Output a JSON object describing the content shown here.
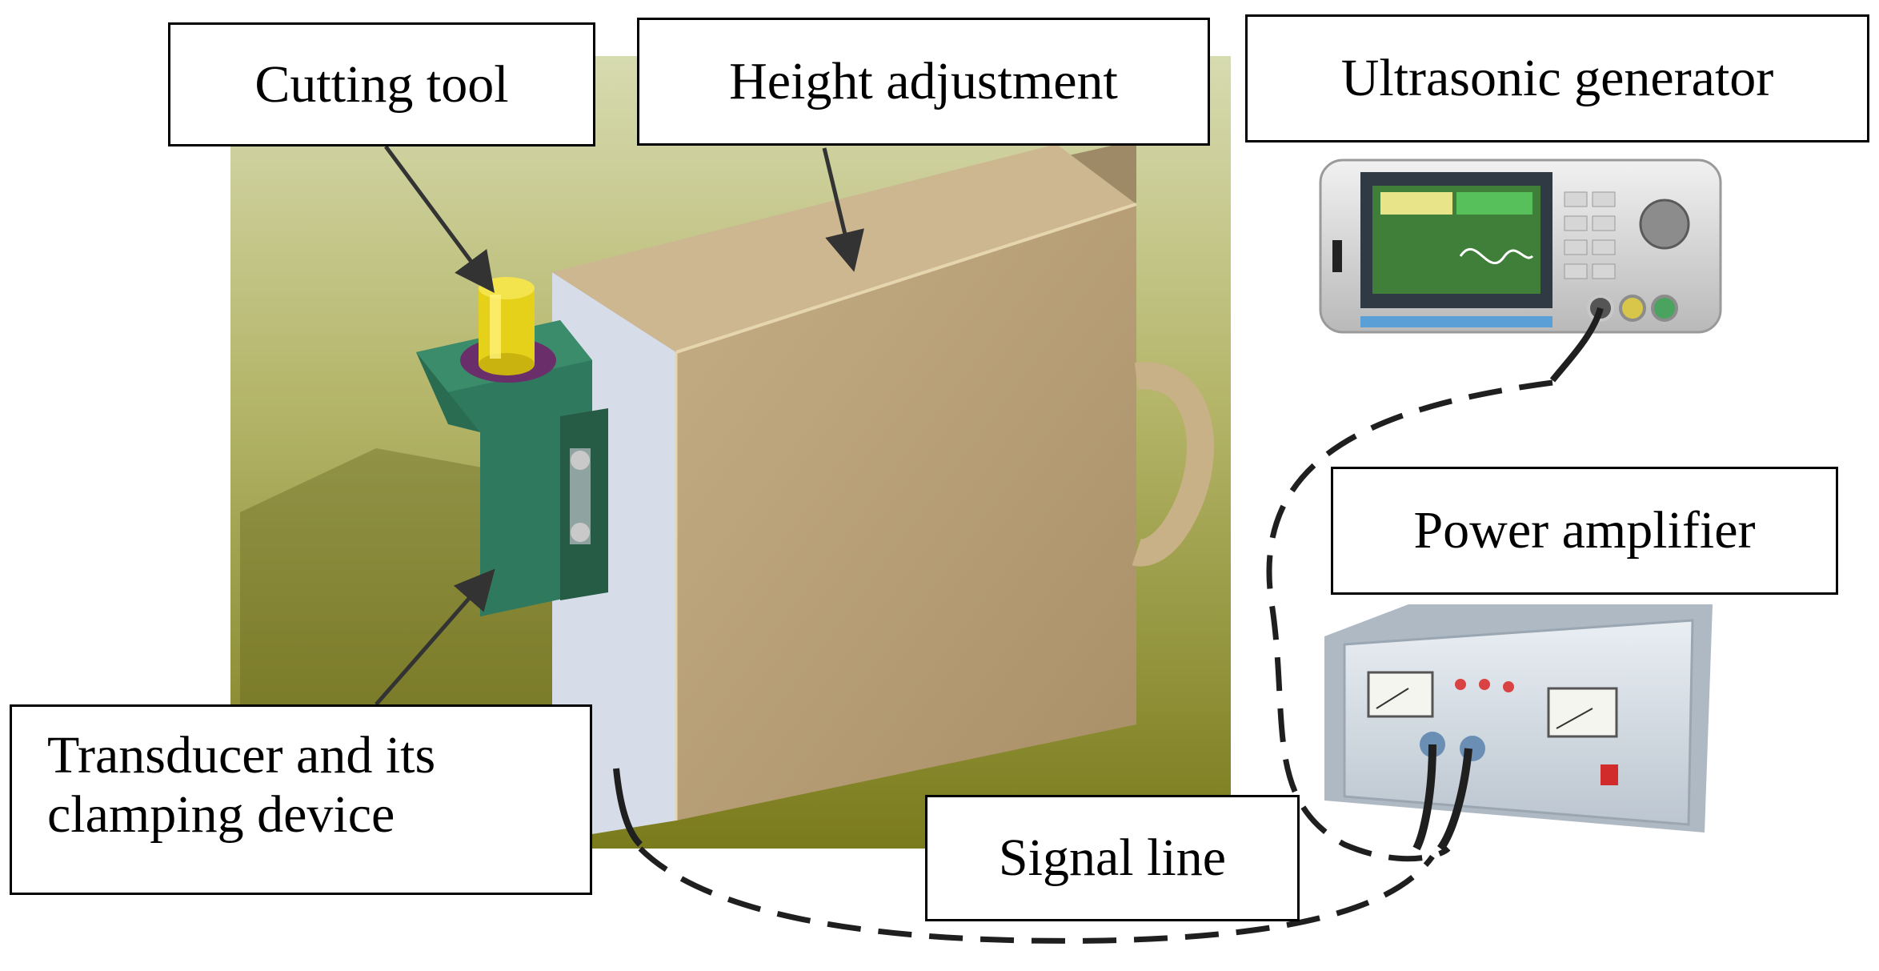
{
  "labels": {
    "cutting_tool": "Cutting tool",
    "height_adjustment": "Height adjustment",
    "ultrasonic_generator": "Ultrasonic generator",
    "power_amplifier": "Power amplifier",
    "transducer_line1": "Transducer and its",
    "transducer_line2": "clamping device",
    "signal_line": "Signal line"
  },
  "colors": {
    "background_top": "#c9cf9a",
    "background_bottom": "#7c7d1e",
    "housing": "#b8a27c",
    "housing_top": "#cbb58f",
    "clamp": "#2f7a5e",
    "tool": "#e5d11a",
    "arrow": "#333333"
  }
}
